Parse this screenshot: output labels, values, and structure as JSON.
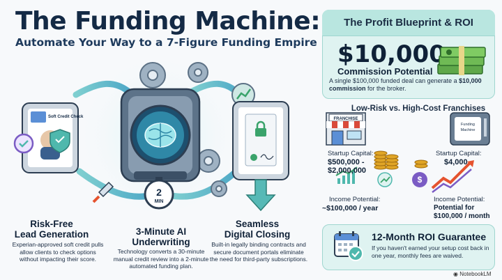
{
  "header": {
    "title": "The Funding Machine:",
    "subtitle": "Automate Your Way to a 7-Figure Funding Empire"
  },
  "left_columns": [
    {
      "title": "Risk-Free\nLead Generation",
      "description": "Experian-approved soft credit pulls allow clients to check options without impacting their score.",
      "card_label": "Soft Credit Check"
    },
    {
      "title": "3-Minute AI\nUnderwriting",
      "description": "Technology converts a 30-minute manual credit review into a 2-minute automated funding plan.",
      "timer_value": "2",
      "timer_unit": "MIN"
    },
    {
      "title": "Seamless\nDigital Closing",
      "description": "Built-in legally binding contracts and secure document portals eliminate the need for third-party subscriptions."
    }
  ],
  "roi": {
    "heading": "The Profit Blueprint & ROI",
    "amount": "$10,000",
    "amount_label": "Commission Potential",
    "description_pre": "A single $100,000 funded deal can generate a ",
    "description_bold": "$10,000 commission",
    "description_post": " for the broker."
  },
  "comparison": {
    "title": "Low-Risk vs. High-Cost Franchises",
    "franchise_sign": "FRANCHISE",
    "machine_sign": "Funding Machine",
    "franchise_capital_label": "Startup Capital:",
    "franchise_capital_value": "$500,000 - $2,000,000",
    "machine_capital_label": "Startup Capital:",
    "machine_capital_value": "$4,000",
    "franchise_income_label": "Income Potential:",
    "franchise_income_value": "~$100,000 / year",
    "machine_income_label": "Income Potential:",
    "machine_income_value": "Potential for $100,000 / month"
  },
  "guarantee": {
    "title": "12-Month ROI Guarantee",
    "description": "If you haven't earned your setup cost back in one year, monthly fees are waived."
  },
  "brand": "NotebookLM",
  "colors": {
    "navy": "#142a45",
    "teal": "#4fb8ad",
    "teal_light": "#dff3f1",
    "gold": "#e0a526",
    "purple": "#7b5cc4",
    "green": "#3aa36b",
    "red_orange": "#e5532f"
  }
}
